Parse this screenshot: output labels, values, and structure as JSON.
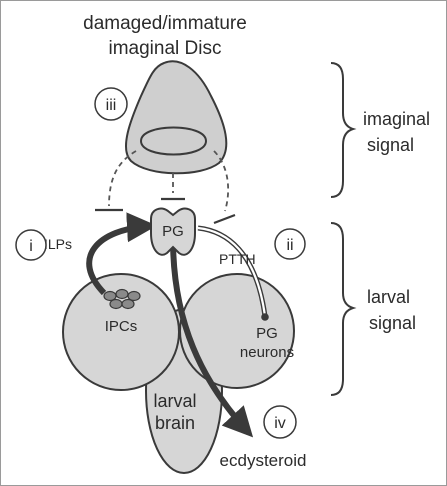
{
  "title": {
    "line1": "damaged/immature",
    "line2": "imaginal Disc"
  },
  "markers": {
    "i": "i",
    "ii": "ii",
    "iii": "iii",
    "iv": "iv"
  },
  "nodes": {
    "pg": "PG",
    "ipcs": "IPCs",
    "pg_neurons_line1": "PG",
    "pg_neurons_line2": "neurons",
    "larval_brain_line1": "larval",
    "larval_brain_line2": "brain"
  },
  "signals": {
    "ilps": "ILPs",
    "ptth": "PTTH",
    "ecdysteroid": "ecdysteroid"
  },
  "groups": {
    "imaginal_line1": "imaginal",
    "imaginal_line2": "signal",
    "larval_line1": "larval",
    "larval_line2": "signal"
  }
}
